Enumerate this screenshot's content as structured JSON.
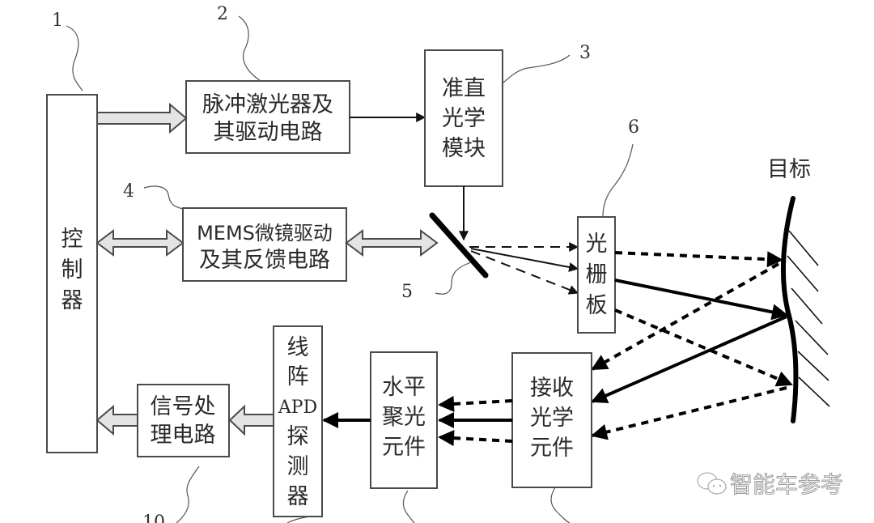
{
  "diagram": {
    "title": "MEMS LiDAR system block diagram",
    "blocks": {
      "controller": {
        "number": "1",
        "lines": [
          "控",
          "制",
          "器"
        ]
      },
      "pulse_laser": {
        "number": "2",
        "lines": [
          "脉冲激光器及",
          "其驱动电路"
        ]
      },
      "collimation": {
        "number": "3",
        "lines": [
          "准直",
          "光学",
          "模块"
        ]
      },
      "mems_driver": {
        "number": "4",
        "lines": [
          "MEMS微镜驱动",
          "及其反馈电路"
        ]
      },
      "mems_mirror": {
        "number": "5"
      },
      "grating": {
        "number": "6",
        "lines": [
          "光",
          "栅",
          "板"
        ]
      },
      "receive_optics": {
        "lines": [
          "接收",
          "光学",
          "元件"
        ]
      },
      "horizontal_focus": {
        "lines": [
          "水平",
          "聚光",
          "元件"
        ]
      },
      "apd_detector": {
        "lines": [
          "线",
          "阵",
          "APD",
          "探",
          "测",
          "器"
        ]
      },
      "signal_processing": {
        "number": "10",
        "lines": [
          "信号处",
          "理电路"
        ]
      }
    },
    "target_label": "目标",
    "watermark": "智能车参考",
    "watermark_icon": "wechat-icon"
  }
}
